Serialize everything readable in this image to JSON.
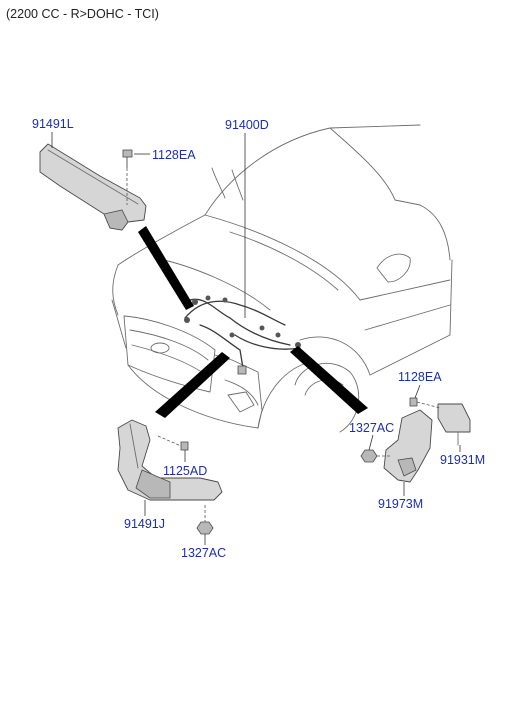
{
  "header": {
    "spec": "(2200 CC - R>DOHC - TCI)"
  },
  "parts": {
    "p91491L": "91491L",
    "p1128EA_top": "1128EA",
    "p91400D": "91400D",
    "p1128EA_right": "1128EA",
    "p1327AC_right": "1327AC",
    "p91931M": "91931M",
    "p91973M": "91973M",
    "p1125AD": "1125AD",
    "p91491J": "91491J",
    "p1327AC_bottom": "1327AC"
  },
  "colors": {
    "label": "#1a2fb0",
    "line": "#6d6d6d",
    "wedge": "#000000"
  }
}
